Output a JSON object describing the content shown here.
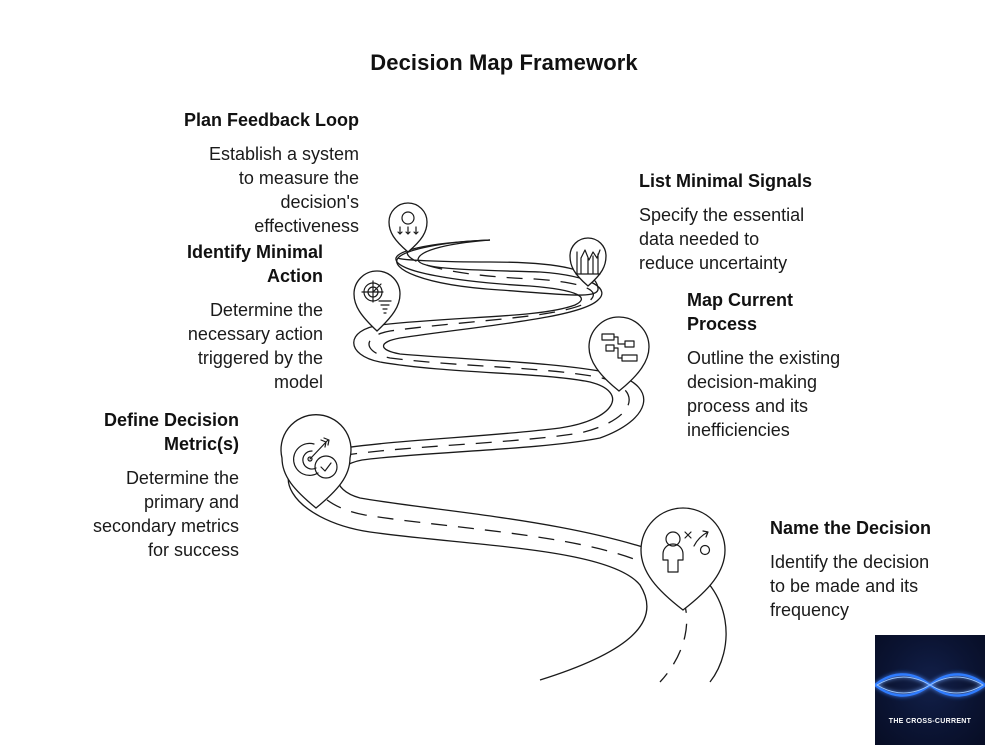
{
  "title": "Decision Map Framework",
  "steps": [
    {
      "id": "plan-feedback-loop",
      "heading": "Plan Feedback Loop",
      "description_lines": [
        "Establish a system",
        "to measure the",
        "decision's",
        "effectiveness"
      ],
      "icon": "cycle-arrows-icon"
    },
    {
      "id": "list-minimal-signals",
      "heading": "List Minimal Signals",
      "description_lines": [
        "Specify the essential",
        "data needed to",
        "reduce uncertainty"
      ],
      "icon": "signal-bars-icon"
    },
    {
      "id": "identify-minimal-action",
      "heading_lines": [
        "Identify Minimal",
        "Action"
      ],
      "description_lines": [
        "Determine the",
        "necessary action",
        "triggered by the",
        "model"
      ],
      "icon": "radar-funnel-icon"
    },
    {
      "id": "map-current-process",
      "heading_lines": [
        "Map Current",
        "Process"
      ],
      "description_lines": [
        "Outline the existing",
        "decision-making",
        "process and its",
        "inefficiencies"
      ],
      "icon": "flowchart-icon"
    },
    {
      "id": "define-decision-metrics",
      "heading_lines": [
        "Define Decision",
        "Metric(s)"
      ],
      "description_lines": [
        "Determine the",
        "primary and",
        "secondary metrics",
        "for success"
      ],
      "icon": "target-check-icon"
    },
    {
      "id": "name-the-decision",
      "heading": "Name the Decision",
      "description_lines": [
        "Identify the decision",
        "to be made and its",
        "frequency"
      ],
      "icon": "person-strategy-icon"
    }
  ],
  "logo": {
    "text": "THE CROSS-CURRENT",
    "glow_color": "#2f7bff"
  }
}
